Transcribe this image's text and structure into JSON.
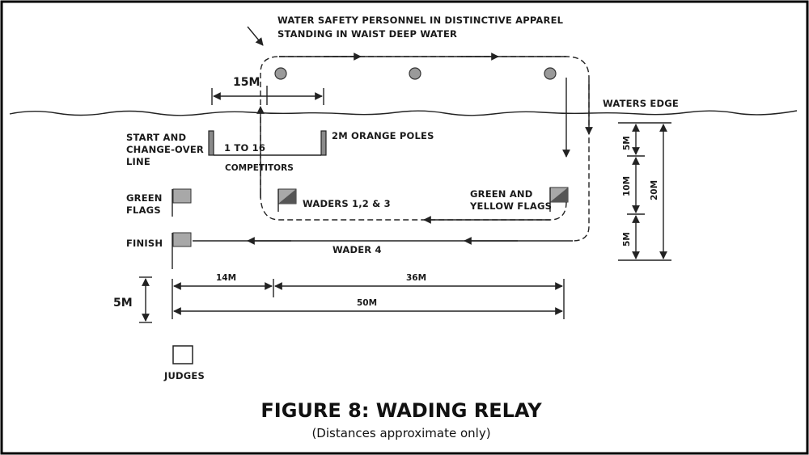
{
  "diagram": {
    "personnel_label_line1": "WATER SAFETY PERSONNEL IN DISTINCTIVE APPAREL",
    "personnel_label_line2": "STANDING IN WAIST DEEP WATER",
    "dim_15m": "15M",
    "waters_edge": "WATERS EDGE",
    "start_line1": "START AND",
    "start_line2": "CHANGE-OVER",
    "start_line3": "LINE",
    "competitors_count": "1 TO 16",
    "competitors": "COMPETITORS",
    "poles": "2M ORANGE POLES",
    "green_flags_line1": "GREEN",
    "green_flags_line2": "FLAGS",
    "waders_123": "WADERS 1,2 & 3",
    "green_yellow_line1": "GREEN AND",
    "green_yellow_line2": "YELLOW FLAGS",
    "finish": "FINISH",
    "wader_4": "WADER 4",
    "dim_5m_top": "5M",
    "dim_10m": "10M",
    "dim_5m_bottom": "5M",
    "dim_20m": "20M",
    "dim_14m": "14M",
    "dim_36m": "36M",
    "dim_50m": "50M",
    "dim_5m_left": "5M",
    "judges": "JUDGES"
  },
  "caption": {
    "title": "FIGURE 8: WADING RELAY",
    "subtitle": "(Distances approximate only)"
  }
}
